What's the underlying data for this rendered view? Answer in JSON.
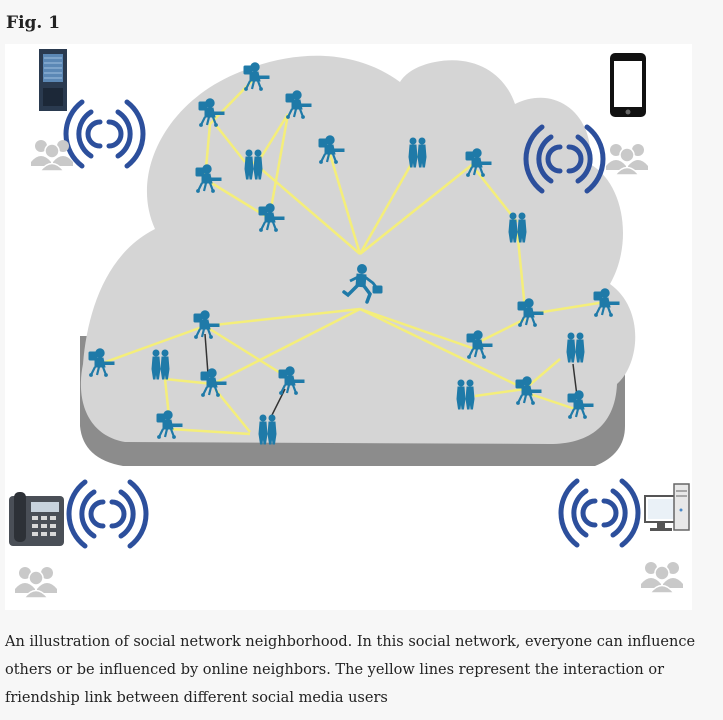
{
  "figure": {
    "label": "Fig. 1",
    "caption": "An illustration of social network neighborhood. In this social network, everyone can influence others or be influenced by online neighbors. The yellow lines represent the interaction or friendship link between different social media users"
  },
  "colors": {
    "cloud_fill": "#d5d5d5",
    "cloud_shadow": "#8c8c8c",
    "link": "#f4ee7a",
    "people": "#1f7aa8",
    "signal": "#2c4f9c",
    "user_group": "#c9c9c9"
  },
  "devices": [
    {
      "name": "server",
      "icon": "server-icon"
    },
    {
      "name": "smartphone",
      "icon": "smartphone-icon"
    },
    {
      "name": "desk-phone",
      "icon": "desk-phone-icon"
    },
    {
      "name": "desktop-computer",
      "icon": "desktop-computer-icon"
    }
  ]
}
